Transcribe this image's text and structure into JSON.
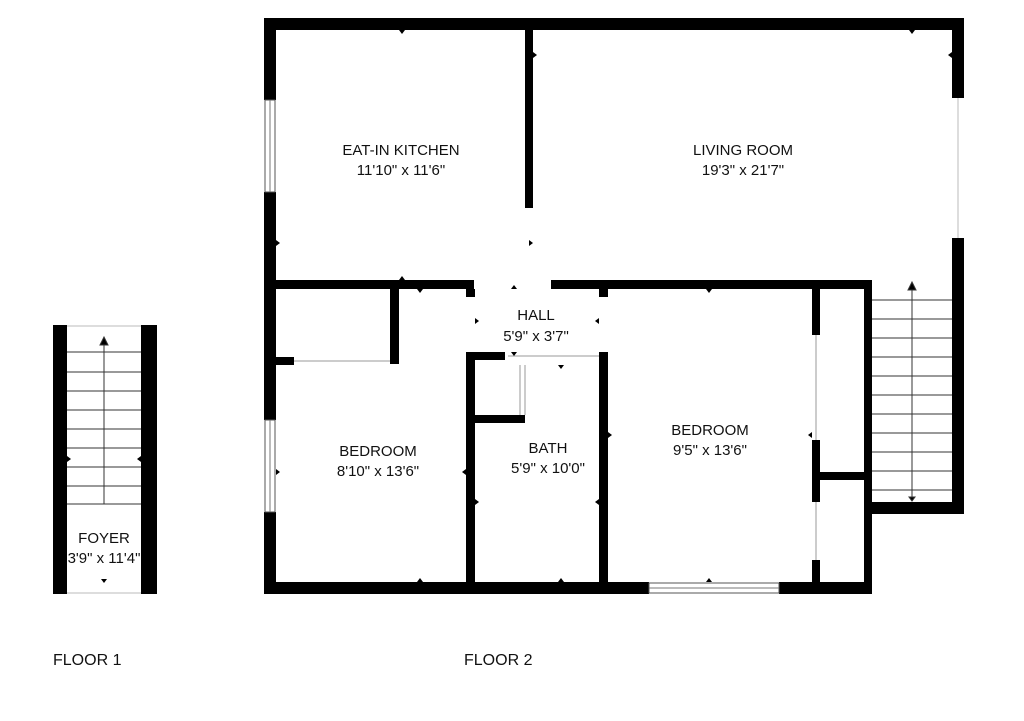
{
  "floors": [
    {
      "caption": "FLOOR 1",
      "rooms": [
        {
          "name": "FOYER",
          "dims": "3'9\" x 11'4\""
        }
      ]
    },
    {
      "caption": "FLOOR 2",
      "rooms": [
        {
          "name": "EAT-IN KITCHEN",
          "dims": "11'10\" x 11'6\""
        },
        {
          "name": "LIVING ROOM",
          "dims": "19'3\" x 21'7\""
        },
        {
          "name": "HALL",
          "dims": "5'9\" x 3'7\""
        },
        {
          "name": "BEDROOM",
          "dims": "8'10\" x 13'6\""
        },
        {
          "name": "BATH",
          "dims": "5'9\" x 10'0\""
        },
        {
          "name": "BEDROOM",
          "dims": "9'5\" x 13'6\""
        }
      ]
    }
  ],
  "colors": {
    "wall": "#000000",
    "background": "#ffffff"
  }
}
